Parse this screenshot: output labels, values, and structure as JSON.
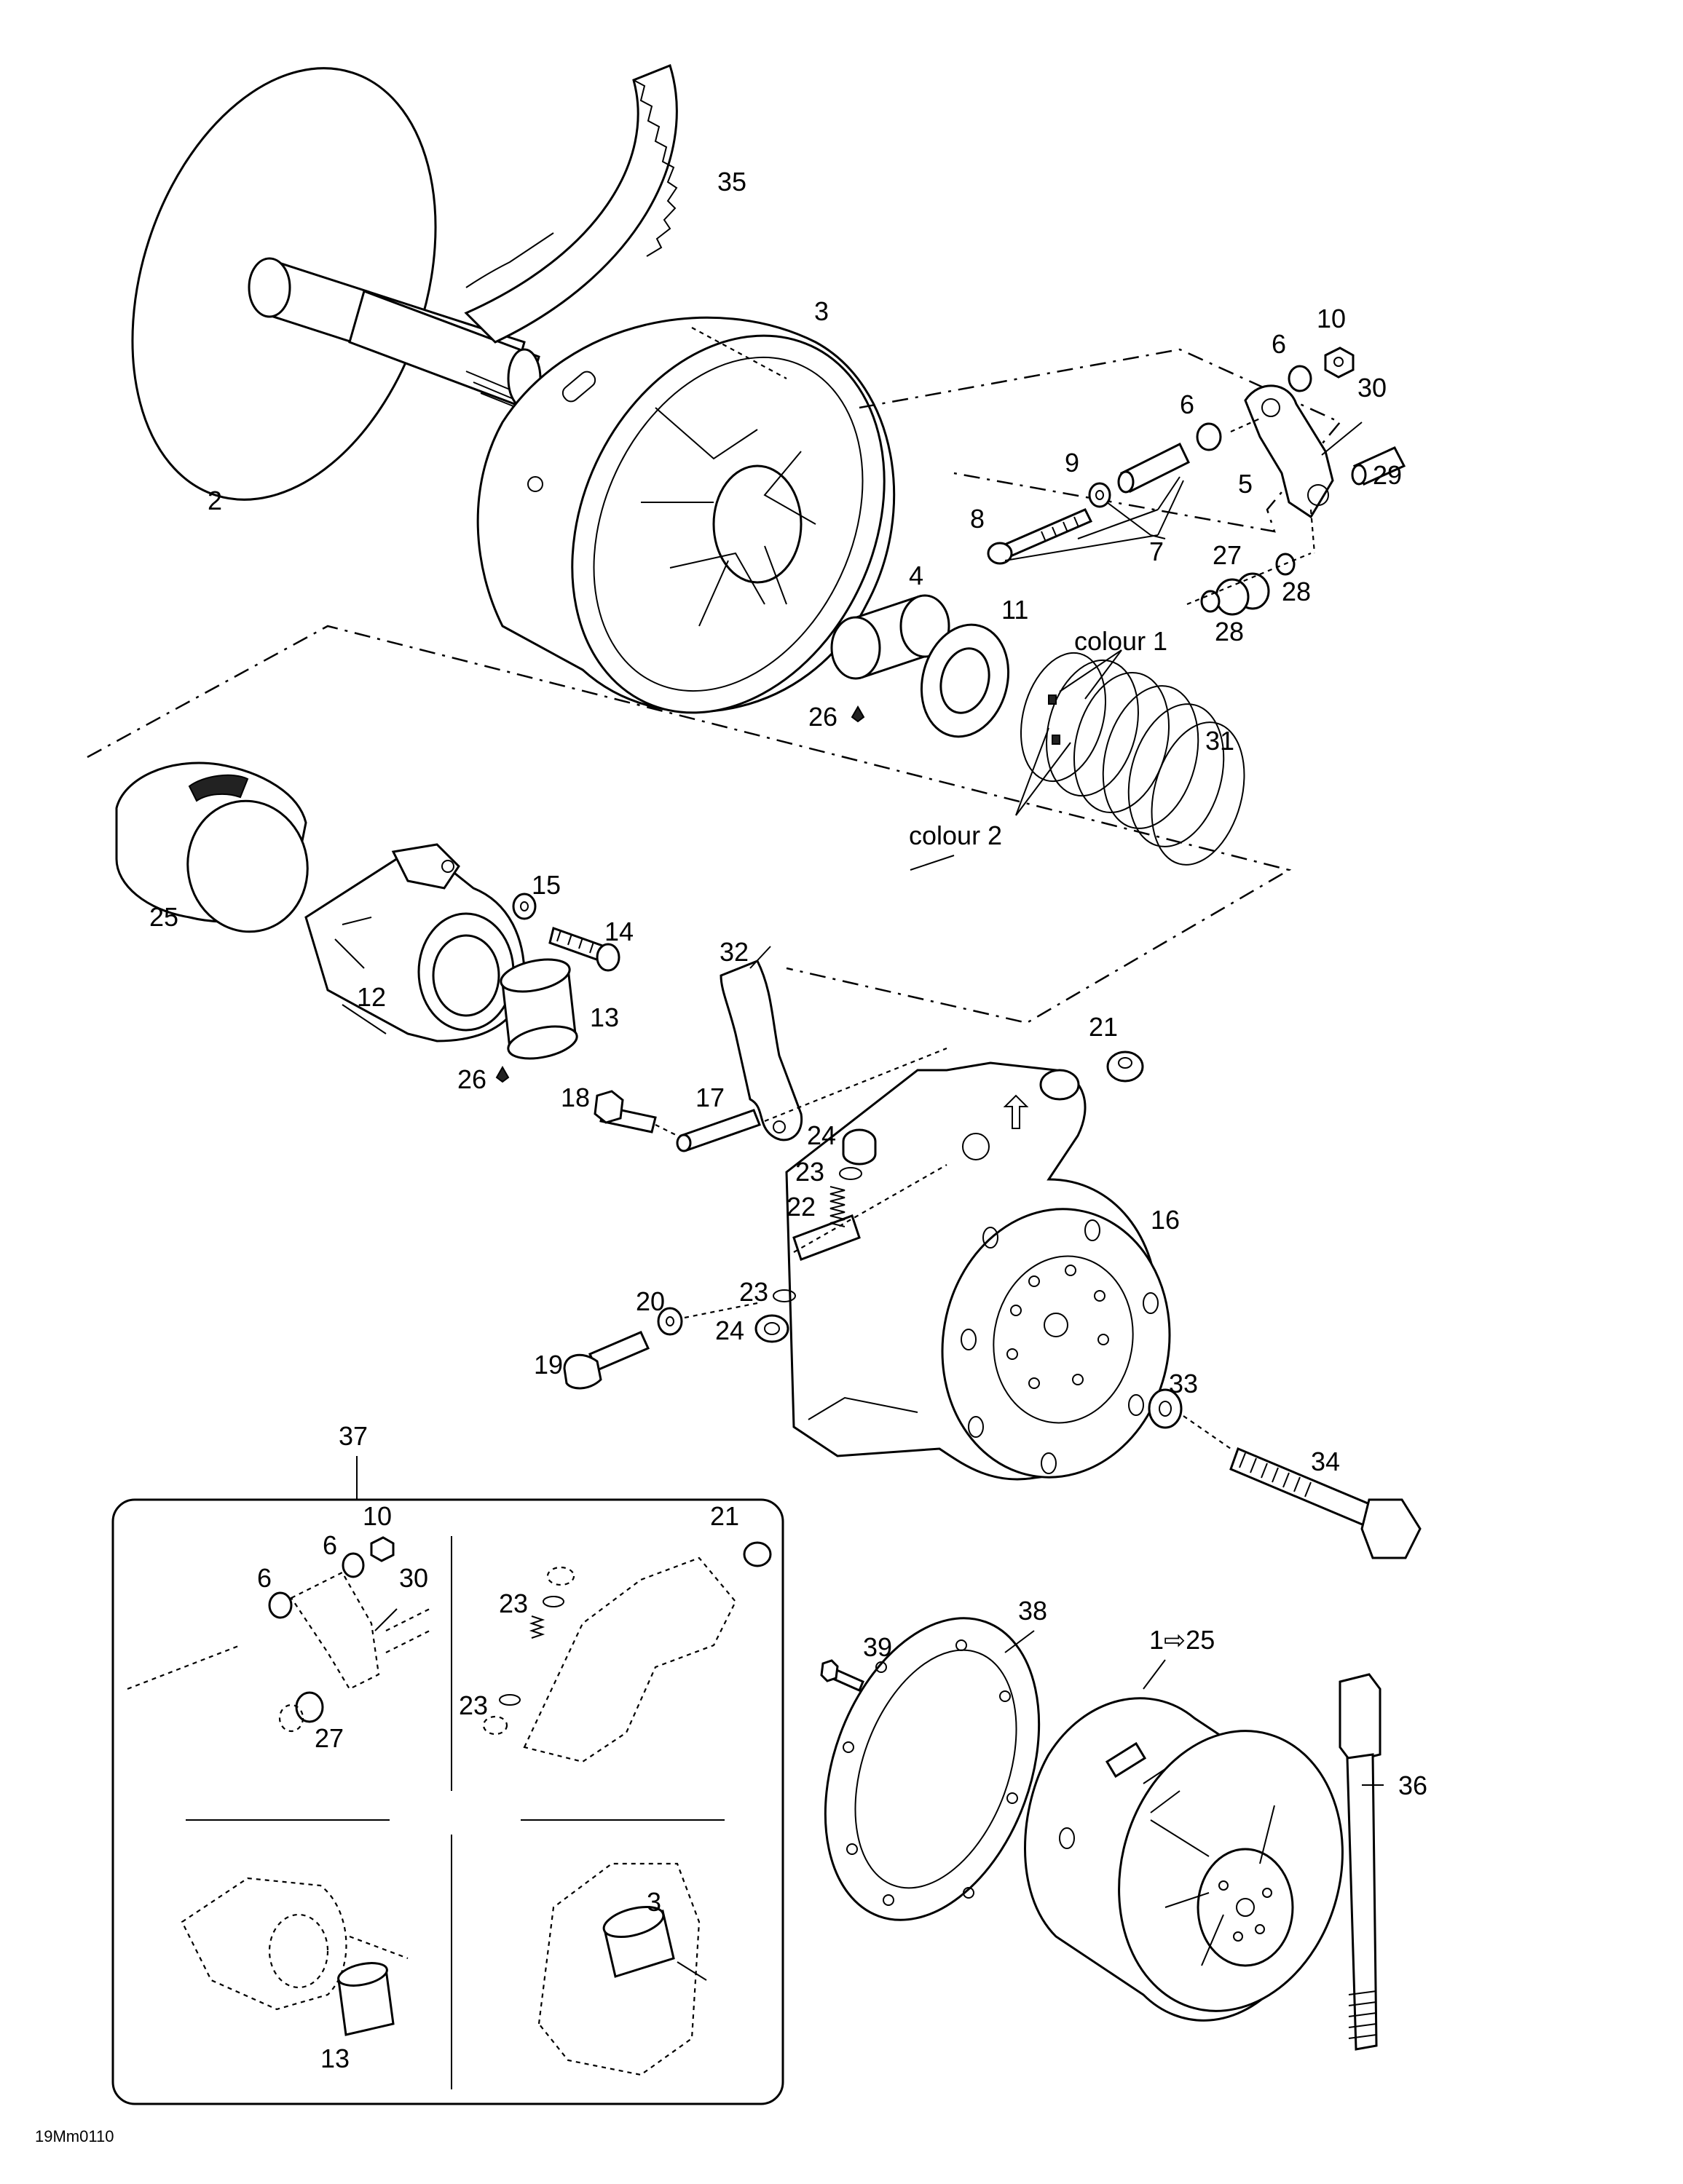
{
  "drawing_ref": "19Mm0110",
  "callouts": {
    "c1_25": "1⇨25",
    "c2": "2",
    "c3": "3",
    "c4": "4",
    "c5": "5",
    "c6a": "6",
    "c6b": "6",
    "c7": "7",
    "c8": "8",
    "c9": "9",
    "c10": "10",
    "c11": "11",
    "c12": "12",
    "c13": "13",
    "c14": "14",
    "c15": "15",
    "c16": "16",
    "c17": "17",
    "c18": "18",
    "c19": "19",
    "c20": "20",
    "c21": "21",
    "c22": "22",
    "c23a": "23",
    "c23b": "23",
    "c24a": "24",
    "c24b": "24",
    "c25": "25",
    "c26a": "26",
    "c26b": "26",
    "c27": "27",
    "c28a": "28",
    "c28b": "28",
    "c29": "29",
    "c30": "30",
    "c31": "31",
    "c32": "32",
    "c33": "33",
    "c34": "34",
    "c35": "35",
    "c36": "36",
    "c37": "37",
    "c38": "38",
    "c39": "39",
    "colour1": "colour 1",
    "colour2": "colour 2"
  },
  "inset": {
    "tl_10": "10",
    "tl_6a": "6",
    "tl_6b": "6",
    "tl_30": "30",
    "tl_27": "27",
    "tr_21": "21",
    "tr_23a": "23",
    "tr_23b": "23",
    "bl_13": "13",
    "br_3": "3"
  }
}
